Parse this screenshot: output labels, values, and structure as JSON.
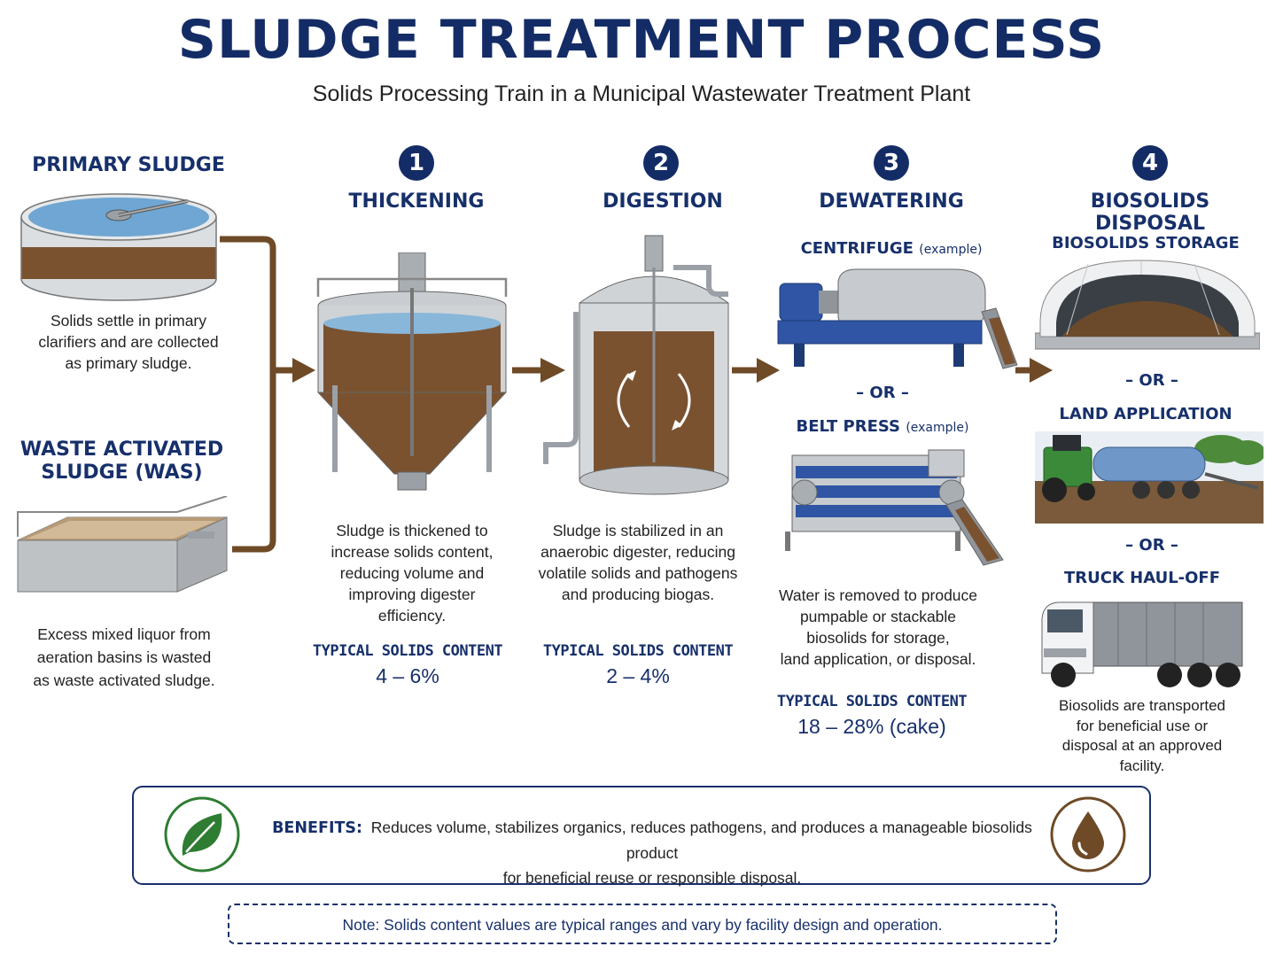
{
  "title": "SLUDGE TREATMENT PROCESS",
  "subtitle": "Solids Processing Train in a Municipal Wastewater Treatment Plant",
  "inputs": {
    "primary": {
      "heading": "PRIMARY SLUDGE",
      "desc": [
        "Solids settle in primary",
        "clarifiers and are collected",
        "as primary sludge."
      ]
    },
    "was": {
      "heading_lines": [
        "WASTE ACTIVATED",
        "SLUDGE (WAS)"
      ],
      "desc": [
        "Excess mixed liquor from",
        "aeration basins is wasted",
        "as waste activated sludge."
      ]
    }
  },
  "steps": [
    {
      "number": "1",
      "heading": "THICKENING",
      "desc": [
        "Sludge is thickened to",
        "increase solids content,",
        "reducing volume and",
        "improving digester",
        "efficiency."
      ],
      "solids_label": "TYPICAL SOLIDS CONTENT",
      "solids_value": "4 – 6%"
    },
    {
      "number": "2",
      "heading": "DIGESTION",
      "desc": [
        "Sludge is stabilized in an",
        "anaerobic digester, reducing",
        "volatile solids and pathogens",
        "and producing biogas."
      ],
      "solids_label": "TYPICAL SOLIDS CONTENT",
      "solids_value": "2 – 4%"
    },
    {
      "number": "3",
      "heading": "DEWATERING",
      "option_a": "CENTRIFUGE",
      "option_a_note": "(example)",
      "or_label": "– OR –",
      "option_b": "BELT PRESS",
      "option_b_note": "(example)",
      "desc": [
        "Water is removed to produce",
        "pumpable or stackable",
        "biosolids for storage,",
        "land application, or disposal."
      ],
      "solids_label": "TYPICAL SOLIDS CONTENT",
      "solids_value": "18 – 28% (cake)"
    },
    {
      "number": "4",
      "heading": "BIOSOLIDS DISPOSAL",
      "option_a": "BIOSOLIDS STORAGE",
      "or_label_1": "– OR –",
      "option_b": "LAND APPLICATION",
      "or_label_2": "– OR –",
      "option_c": "TRUCK HAUL-OFF",
      "desc": [
        "Biosolids are transported",
        "for beneficial use or",
        "disposal at an approved",
        "facility."
      ]
    }
  ],
  "benefits": {
    "label": "BENEFITS:",
    "line1": "Reduces volume, stabilizes organics, reduces pathogens, and produces a manageable biosolids product",
    "line2": "for beneficial reuse or responsible disposal."
  },
  "note": "Note: Solids content values are typical ranges and vary by facility design and operation.",
  "colors": {
    "navy": "#17306b",
    "sludge_brown": "#7a5230",
    "arrow_brown": "#6e4a26",
    "leaf_green": "#2e7d32",
    "steel": "#b9bec4",
    "blue_equipment": "#2f55a4"
  },
  "icons": [
    "leaf-icon",
    "water-drop-icon"
  ]
}
